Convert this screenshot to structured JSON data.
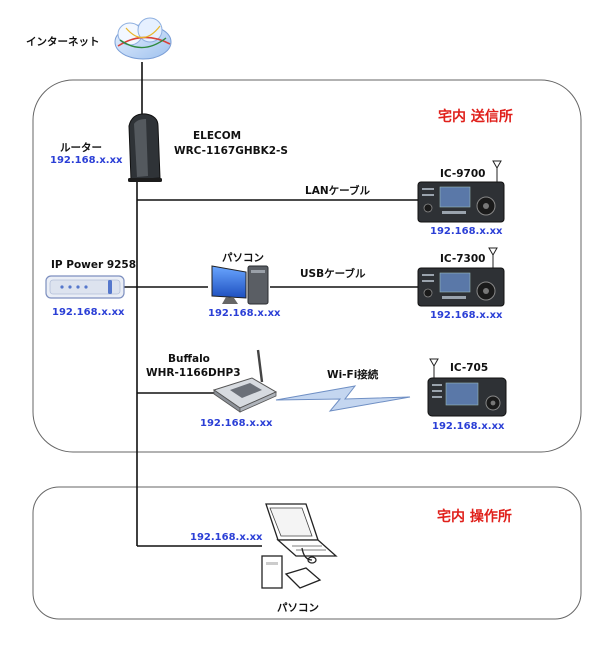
{
  "labels": {
    "internet": "インターネット",
    "router": "ルーター",
    "router_model_1": "ELECOM",
    "router_model_2": "WRC-1167GHBK2-S",
    "ip_power": "IP Power 9258",
    "pc_top": "パソコン",
    "buffalo_1": "Buffalo",
    "buffalo_2": "WHR-1166DHP3",
    "lan_cable": "LANケーブル",
    "usb_cable": "USBケーブル",
    "wifi": "Wi-Fi接続",
    "ic9700": "IC-9700",
    "ic7300": "IC-7300",
    "ic705": "IC-705",
    "pc_bottom": "パソコン",
    "zone_tx": "宅内 送信所",
    "zone_op": "宅内 操作所"
  },
  "ips": {
    "router": "192.168.x.xx",
    "ip_power": "192.168.x.xx",
    "pc_top": "192.168.x.xx",
    "buffalo": "192.168.x.xx",
    "ic9700": "192.168.x.xx",
    "ic7300": "192.168.x.xx",
    "ic705": "192.168.x.xx",
    "pc_bottom": "192.168.x.xx"
  },
  "colors": {
    "ip_text": "#2b3fd6",
    "zone_title": "#e0201b",
    "lines": "#111111",
    "wifi_bolt": "#a9c2e6"
  },
  "icons": [
    "internet-cloud-icon",
    "router-icon",
    "ip-power-icon",
    "desktop-pc-icon",
    "wifi-router-icon",
    "radio-icon",
    "laptop-icon"
  ]
}
